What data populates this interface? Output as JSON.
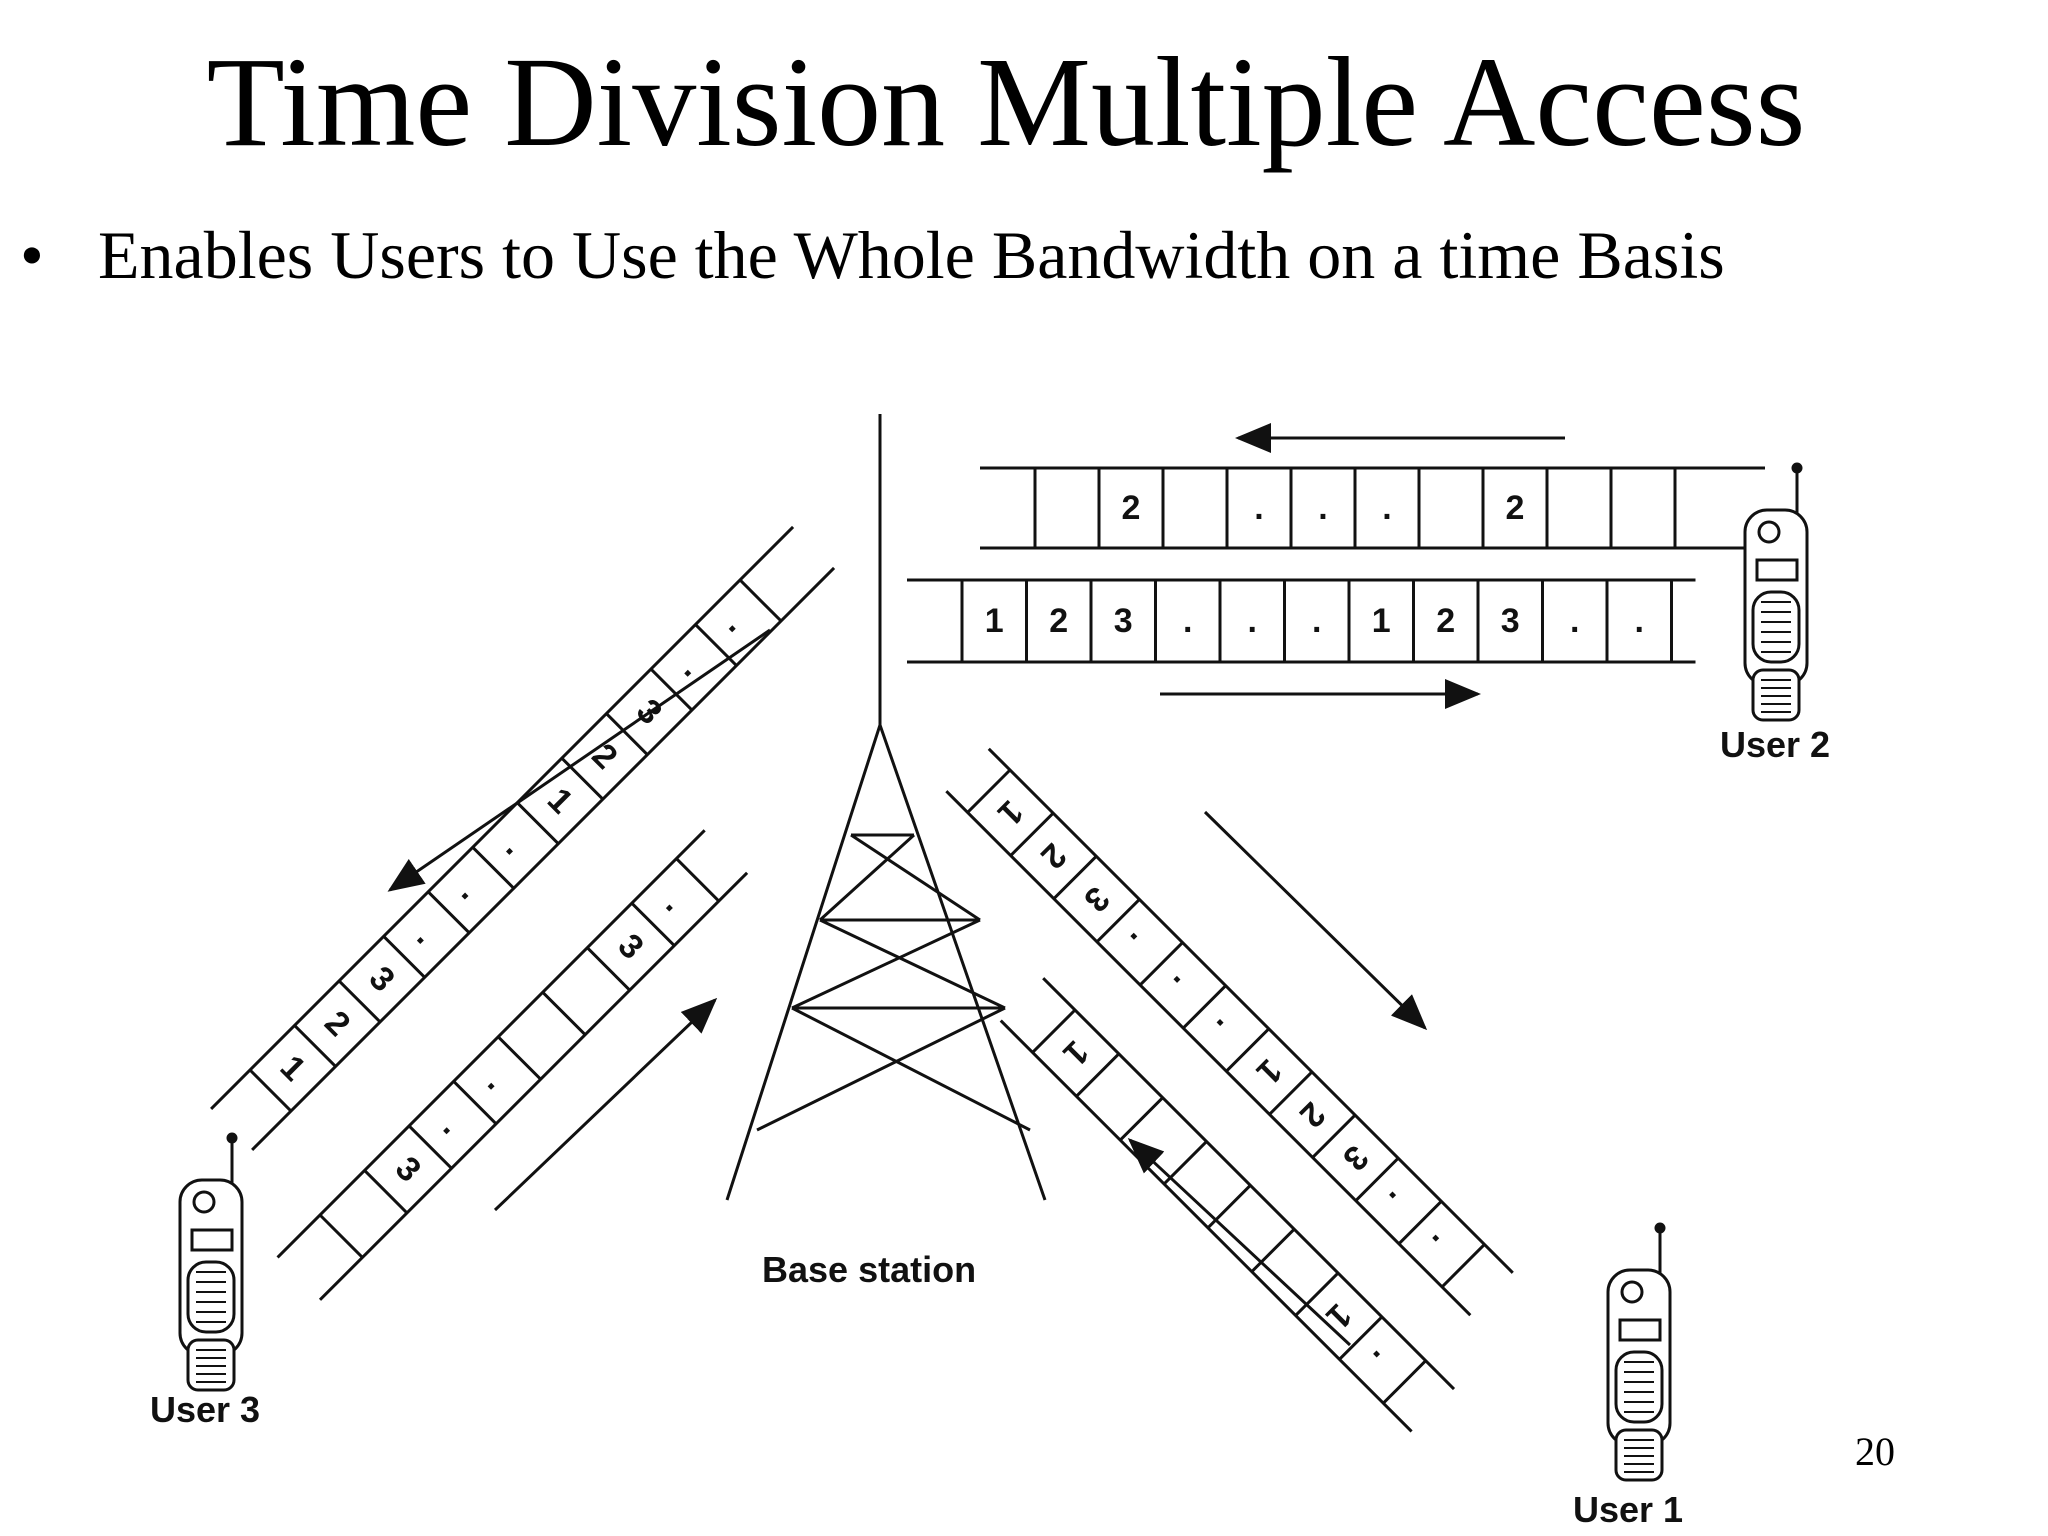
{
  "slide": {
    "title": "Time Division Multiple Access",
    "bullets": [
      "Enables Users to Use the Whole Bandwidth on a time Basis"
    ],
    "page_number": "20"
  },
  "diagram": {
    "base_station_label": "Base station",
    "users": [
      {
        "label": "User 1"
      },
      {
        "label": "User 2"
      },
      {
        "label": "User 3"
      }
    ],
    "frame_strips": {
      "user2_top": [
        "",
        "2",
        "",
        ".",
        ".",
        ".",
        "",
        "2",
        "",
        ""
      ],
      "user2_bottom": [
        "1",
        "2",
        "3",
        ".",
        ".",
        ".",
        "1",
        "2",
        "3",
        ".",
        "."
      ],
      "user3_upper": [
        "1",
        "2",
        "3",
        ".",
        ".",
        ".",
        "1",
        "2",
        "3",
        ".",
        "."
      ],
      "user3_lower": [
        "",
        "3",
        ".",
        ".",
        "",
        "",
        "3",
        "."
      ],
      "user1_upper": [
        "1",
        "2",
        "3",
        ".",
        ".",
        ".",
        "1",
        "2",
        "3",
        ".",
        "."
      ],
      "user1_lower": [
        "1",
        "",
        "",
        "",
        "",
        "",
        "1",
        "."
      ]
    },
    "icons": [
      "antenna-tower-icon",
      "mobile-phone-icon"
    ]
  }
}
